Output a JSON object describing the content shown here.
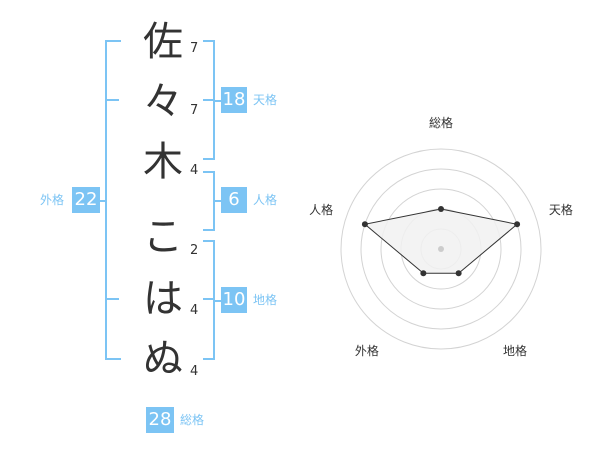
{
  "name": {
    "chars": [
      "佐",
      "々",
      "木",
      "こ",
      "は",
      "ぬ"
    ],
    "strokes": [
      "7",
      "7",
      "4",
      "2",
      "4",
      "4"
    ]
  },
  "fortune": {
    "tenkaku": {
      "value": "18",
      "label": "天格"
    },
    "jinkaku": {
      "value": "6",
      "label": "人格"
    },
    "chikaku": {
      "value": "10",
      "label": "地格"
    },
    "gaikaku": {
      "value": "22",
      "label": "外格"
    },
    "soukaku": {
      "value": "28",
      "label": "総格"
    }
  },
  "chart_data": {
    "type": "radar",
    "axes": [
      "総格",
      "天格",
      "地格",
      "外格",
      "人格"
    ],
    "values": [
      2,
      4,
      1.5,
      1.5,
      4
    ],
    "max": 5,
    "colors": {
      "fill": "#f1f1f1",
      "line": "#333333",
      "grid": "#d3d3d3",
      "center": "#cccccc"
    }
  }
}
